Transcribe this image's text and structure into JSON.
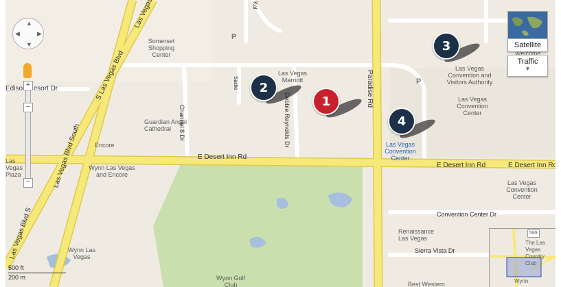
{
  "map_type_controls": {
    "satellite_label": "Satellite",
    "traffic_label": "Traffic"
  },
  "scale": {
    "feet": "500 ft",
    "meters": "200 m"
  },
  "markers": [
    {
      "number": "1",
      "color": "#c8202c"
    },
    {
      "number": "2",
      "color": "#1c3148"
    },
    {
      "number": "3",
      "color": "#1c3148"
    },
    {
      "number": "4",
      "color": "#1c3148"
    }
  ],
  "roads": {
    "e_desert_inn_1": "E Desert Inn Rd",
    "e_desert_inn_2": "E Desert Inn Rd",
    "e_desert_inn_3": "E Desert Inn Rd",
    "paradise": "Paradise Rd",
    "s_las_vegas_blvd": "S Las Vegas Blvd",
    "las_vegas_blvd_south": "Las Vegas Blvd South",
    "las_vegas_blvd_s": "Las Vegas Blvd S",
    "las_vegas_top": "Las Vegas",
    "channel_8": "Channel 8 Dr",
    "debbie_reynolds": "Debbie Reynolds Dr",
    "sadie": "Sadie",
    "convention_center_dr": "Convention Center Dr",
    "sierra_vista": "Sierra Vista Dr",
    "edison": "Edison Resort Dr",
    "kal": "Kal",
    "hwy_589": "589"
  },
  "places": {
    "somerset": "Somerset Shopping Center",
    "marriott": "Las Vegas Marriott",
    "lvcva": "Las Vegas Convention and Visitors Authority",
    "lvcc_1": "Las Vegas Convention Center",
    "lvcc_station": "Las Vegas Convention Center",
    "lvcc_2": "Las Vegas Convention Center",
    "guardian": "Guardian Angel Cathedral",
    "encore": "Encore",
    "wynn_encore": "Wynn Las Vegas and Encore",
    "wynn_lv": "Wynn Las Vegas",
    "lv_plaza": "Las Vegas Plaza",
    "renaissance": "Renaissance Las Vegas",
    "wynn_golf": "Wynn Golf Club",
    "best_western": "Best Western",
    "welcome": "Welcome",
    "mini_country": "The Las Vegas Country Club",
    "mini_wynn": "Wynn"
  },
  "colors": {
    "highway": "#f6e97a",
    "park": "#c9dfae",
    "water": "#a5bfdd",
    "land": "#efebe2"
  },
  "icons": [
    "pan-control-icon",
    "zoom-slider-icon",
    "pegman-icon",
    "globe-thumbnail-icon",
    "parking-icon",
    "transit-icon"
  ]
}
